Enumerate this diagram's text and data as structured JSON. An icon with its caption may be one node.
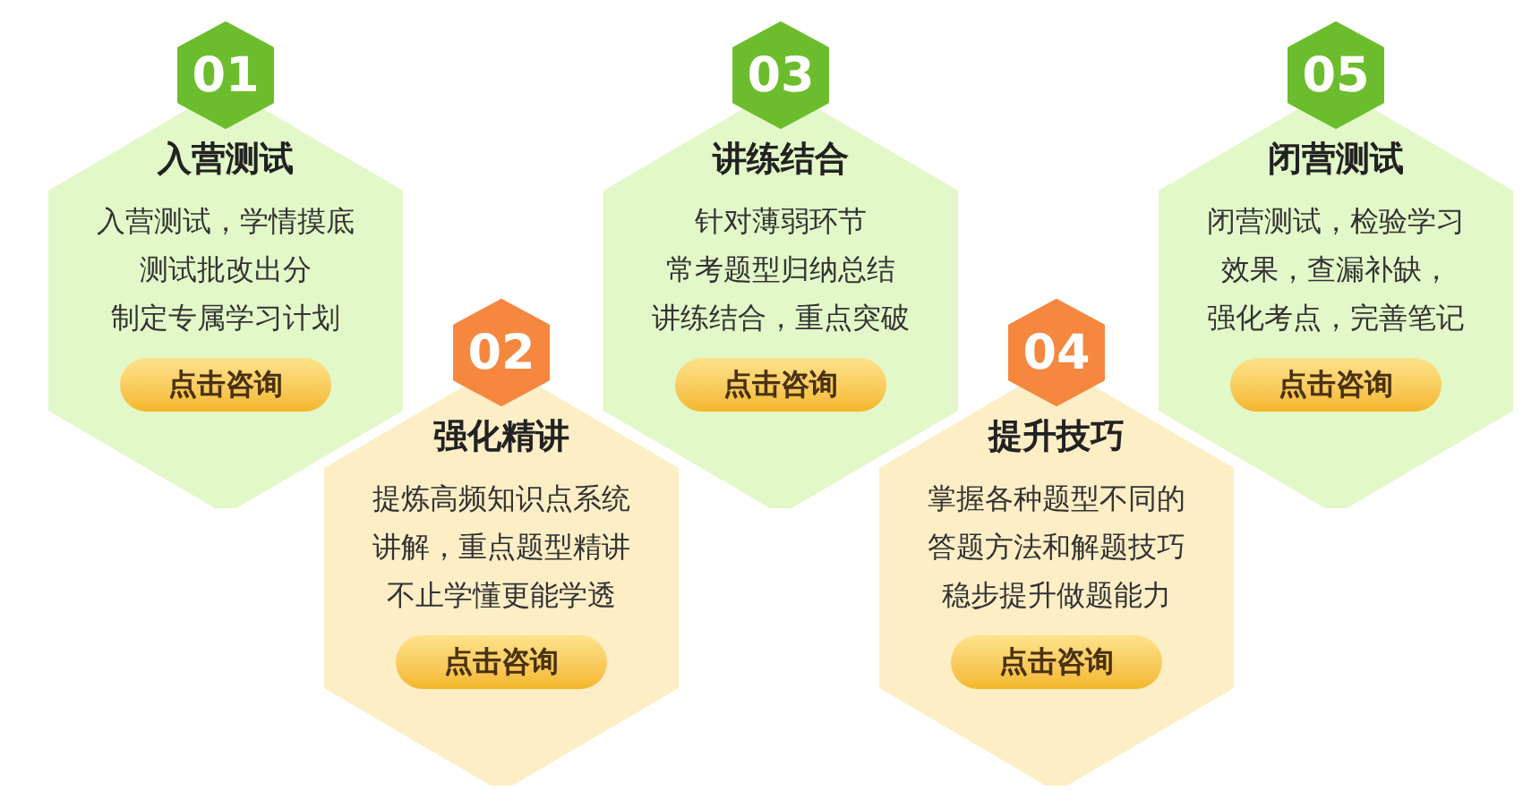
{
  "diagram": {
    "nodes": [
      {
        "text": [
          "01"
        ]
      },
      {
        "text": [
          "入营测试",
          "入营测试，学情摸底",
          "测试批改出分",
          "制定专属学习计划"
        ]
      },
      {
        "text": [
          "点击咨询"
        ],
        "in": 1
      },
      {
        "text": [
          "02"
        ]
      },
      {
        "text": [
          "强化精讲",
          "提炼高频知识点系统",
          "讲解，重点题型精讲",
          "不止学懂更能学透"
        ]
      },
      {
        "text": [
          "点击咨询"
        ],
        "in": 4
      },
      {
        "text": [
          "03"
        ]
      },
      {
        "text": [
          "讲练结合",
          "针对薄弱环节",
          "常考题型归纳总结",
          "讲练结合，重点突破"
        ]
      },
      {
        "text": [
          "点击咨询"
        ],
        "in": 7
      },
      {
        "text": [
          "04"
        ]
      },
      {
        "text": [
          "提升技巧",
          "掌握各种题型不同的",
          "答题方法和解题技巧",
          "稳步提升做题能力"
        ]
      },
      {
        "text": [
          "点击咨询"
        ],
        "in": 10
      },
      {
        "text": [
          "05"
        ]
      },
      {
        "text": [
          "闭营测试",
          "闭营测试，检验学习",
          "效果，查漏补缺，",
          "强化考点，完善笔记"
        ]
      },
      {
        "text": [
          "点击咨询"
        ],
        "in": 13
      }
    ]
  }
}
